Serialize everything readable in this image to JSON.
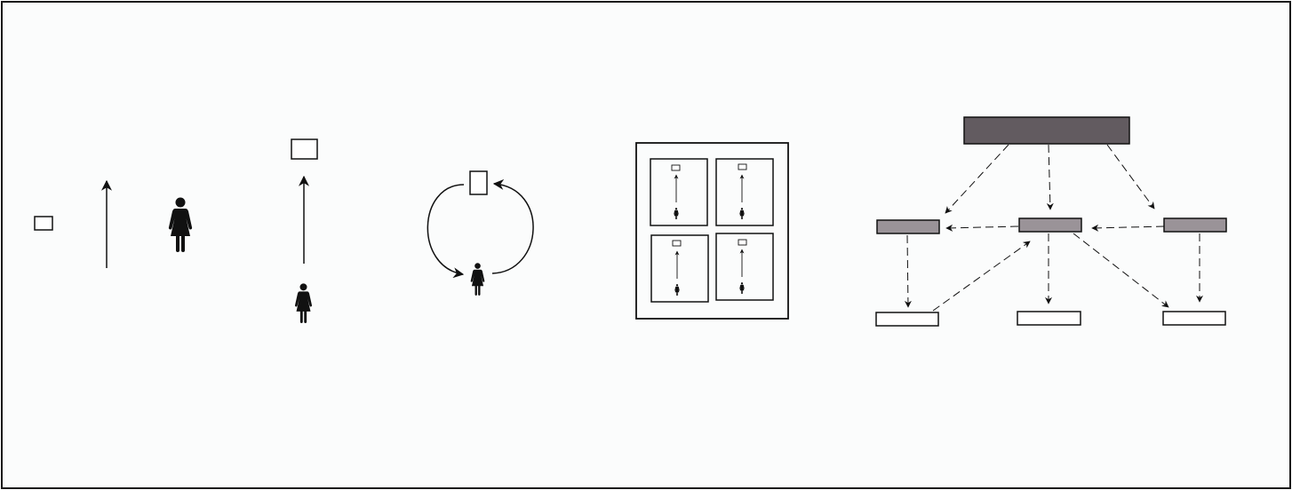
{
  "colors": {
    "background": "#fbfcfc",
    "stroke": "#1a1a1a",
    "figure": "#111111",
    "root_box_fill": "#625b60",
    "middle_box_fill": "#9a9398",
    "leaf_box_fill": "#ffffff",
    "plain_box_fill": "#ffffff"
  },
  "icons": {
    "person": "woman-figure-icon",
    "object": "rectangle-box-icon"
  },
  "panels": [
    {
      "id": "panel-1",
      "kind": "object-arrow-person",
      "arrow": "upward-solid"
    },
    {
      "id": "panel-2",
      "kind": "person-arrow-object",
      "arrow": "upward-solid"
    },
    {
      "id": "panel-3",
      "kind": "cycle",
      "arrows": "two-curved-arrows"
    },
    {
      "id": "panel-4",
      "kind": "grid-of-four-mini-panels",
      "cells": 4
    },
    {
      "id": "panel-5",
      "kind": "hierarchy",
      "levels": [
        "root",
        "middle",
        "leaves"
      ],
      "edge_style": "dashed-arrows"
    }
  ]
}
